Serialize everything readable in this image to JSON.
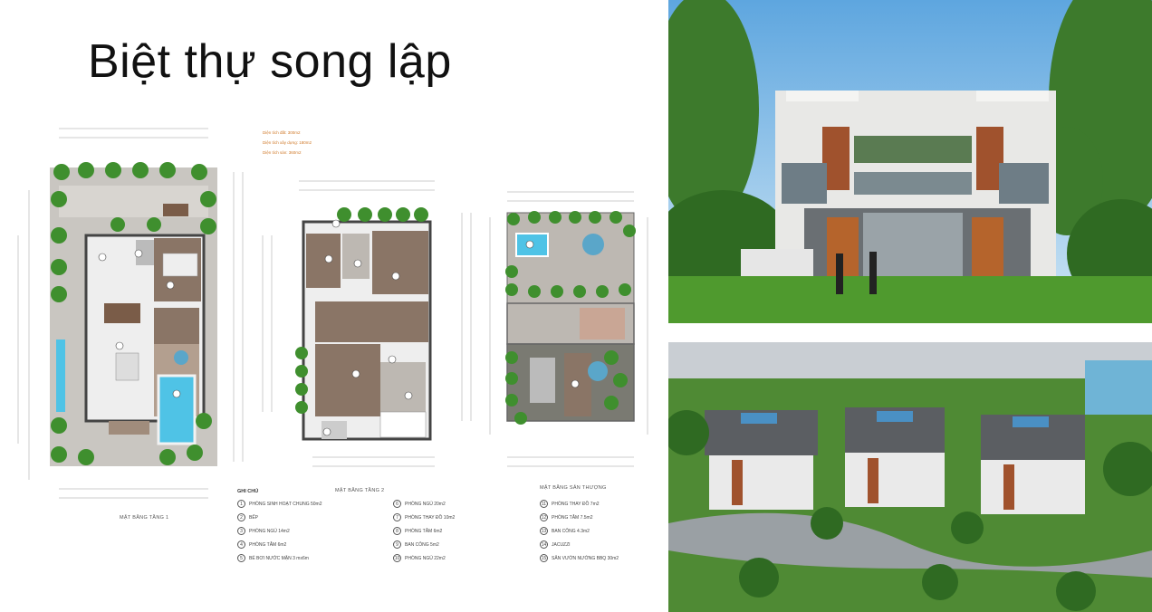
{
  "title": "Biệt thự song lập",
  "plans": {
    "floor1": "MẶT BẰNG TẦNG 1",
    "floor2": "MẶT BẰNG TẦNG 2",
    "terrace": "MẶT BẰNG SÂN THƯỢNG"
  },
  "area_notes": [
    "Diện tích đất: 300m2",
    "Diện tích xây dựng: 180m2",
    "Diện tích sàn: 360m2"
  ],
  "legend": {
    "heading": "GHI CHÚ",
    "col1": [
      {
        "n": "1",
        "t": "PHÒNG SINH HOẠT CHUNG 50m2"
      },
      {
        "n": "2",
        "t": "BẾP"
      },
      {
        "n": "3",
        "t": "PHÒNG NGỦ 14m2"
      },
      {
        "n": "4",
        "t": "PHÒNG TẮM 6m2"
      },
      {
        "n": "5",
        "t": "BỂ BƠI NƯỚC MẶN 3 mx6m"
      }
    ],
    "col2": [
      {
        "n": "6",
        "t": "PHÒNG NGỦ 20m2"
      },
      {
        "n": "7",
        "t": "PHÒNG THAY ĐỒ 10m2"
      },
      {
        "n": "8",
        "t": "PHÒNG TẮM 6m2"
      },
      {
        "n": "9",
        "t": "BAN CÔNG 5m2"
      },
      {
        "n": "10",
        "t": "PHÒNG NGỦ 22m2"
      }
    ],
    "col3": [
      {
        "n": "11",
        "t": "PHÒNG THAY ĐỒ 7m2"
      },
      {
        "n": "12",
        "t": "PHÒNG TẮM 7.5m2"
      },
      {
        "n": "13",
        "t": "BAN CÔNG 4.3m2"
      },
      {
        "n": "14",
        "t": "JACUZZI"
      },
      {
        "n": "15",
        "t": "SÂN VƯỜN NƯỚNG BBQ 30m2"
      }
    ]
  },
  "colors": {
    "tree": "#3f8f2e",
    "floor_wood": "#8a7566",
    "floor_stone": "#bdb8b2",
    "pool": "#4fc3e6",
    "grass": "#4f9a2e",
    "sky": "#8fc3e8"
  }
}
